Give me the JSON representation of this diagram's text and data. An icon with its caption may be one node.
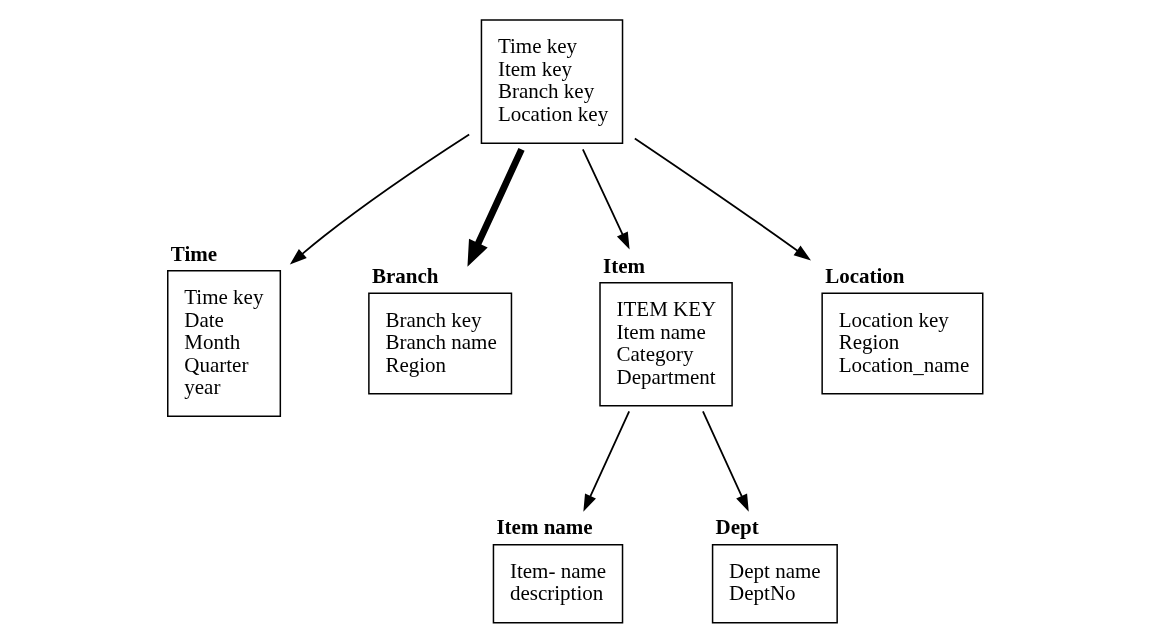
{
  "diagram": {
    "nodes": [
      {
        "text": [
          "Time",
          "Time key",
          "Date",
          "Month",
          "Quarter",
          "year"
        ]
      },
      {
        "text": [
          "Branch",
          "Branch key",
          "Branch name",
          "Region"
        ]
      },
      {
        "text": [
          "Item name",
          "Item- name",
          "description"
        ]
      },
      {
        "text": [
          "Time key",
          "Item key",
          "Branch key",
          "Location key"
        ]
      },
      {
        "text": [
          "Item",
          "ITEM KEY",
          "Item name",
          "Category",
          "Department"
        ]
      },
      {
        "text": [
          "Location",
          "Location key",
          "Region",
          "Location_name"
        ]
      },
      {
        "text": [
          "Dept",
          "Dept name",
          "DeptNo"
        ]
      }
    ],
    "edges": [
      {
        "from": 3,
        "to": 0,
        "arrow": "to"
      },
      {
        "from": 3,
        "to": 1,
        "arrow": "to",
        "style": "thick"
      },
      {
        "from": 3,
        "to": 4,
        "arrow": "to"
      },
      {
        "from": 3,
        "to": 5,
        "arrow": "to"
      },
      {
        "from": 4,
        "to": 2,
        "arrow": "to"
      },
      {
        "from": 4,
        "to": 6,
        "arrow": "to"
      }
    ]
  }
}
